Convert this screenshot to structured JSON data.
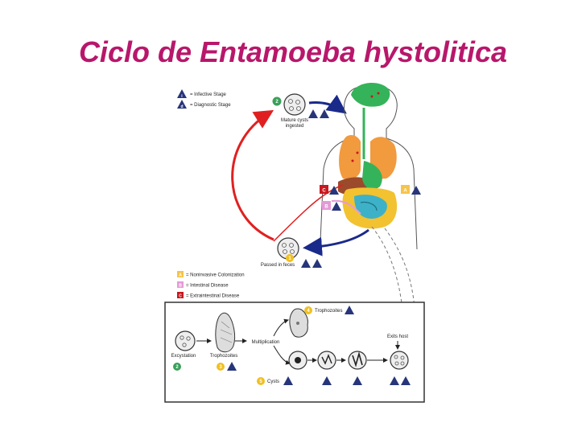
{
  "title": "Ciclo de Entamoeba hystolitica",
  "legend_top": [
    {
      "symbol": "i",
      "text": "= Infective Stage"
    },
    {
      "symbol": "d",
      "text": "= Diagnostic Stage"
    }
  ],
  "legend_disease": [
    {
      "letter": "A",
      "text": "= Noninvasive Colonization"
    },
    {
      "letter": "B",
      "text": "= Intestinal Disease"
    },
    {
      "letter": "C",
      "text": "= Extraintestinal Disease"
    }
  ],
  "stages": {
    "mature_cysts_line1": "Mature cysts",
    "mature_cysts_line2": "ingested",
    "passed_in_feces": "Passed in feces",
    "excystation": "Excystation",
    "trophozoites": "Trophozoites",
    "multiplication": "Multiplication",
    "trophozoites_box": "Trophozoites",
    "cysts": "Cysts",
    "exits_host": "Exits host"
  },
  "numbers": {
    "n1": "1",
    "n2": "2",
    "n3": "3",
    "n4": "4",
    "n5": "5"
  },
  "letters": {
    "A": "A",
    "B": "B",
    "C": "C"
  },
  "colors": {
    "title": "#b8176b",
    "red_arrow": "#e02020",
    "blue_arrow": "#1a2a8a",
    "stage_green": "#3aa05a",
    "stage_yellow": "#f0c020",
    "noninvasive": "#f6c44a",
    "intestinal": "#e59ad8",
    "extraintestinal": "#c8181e",
    "triangle": "#27357a"
  }
}
